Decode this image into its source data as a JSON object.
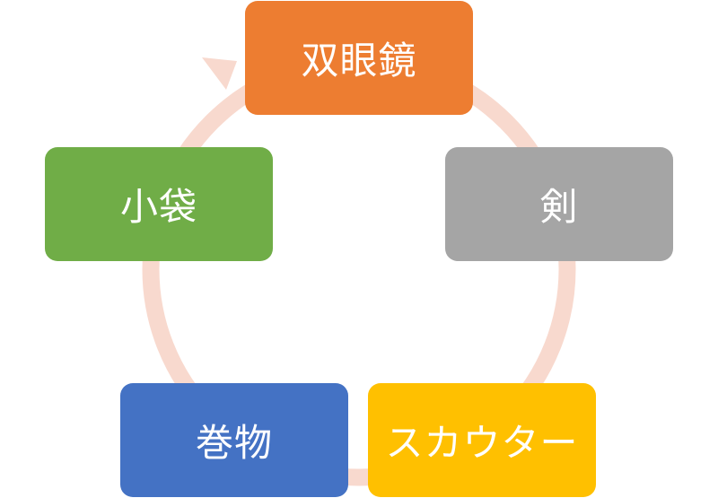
{
  "diagram": {
    "type": "cycle",
    "ring_color": "#F8D9CE",
    "nodes": [
      {
        "id": "binoculars",
        "label": "双眼鏡",
        "color": "#ED7D31"
      },
      {
        "id": "sword",
        "label": "剣",
        "color": "#A5A5A5"
      },
      {
        "id": "scouter",
        "label": "スカウター",
        "color": "#FFC000"
      },
      {
        "id": "scroll",
        "label": "巻物",
        "color": "#4472C4"
      },
      {
        "id": "pouch",
        "label": "小袋",
        "color": "#70AD47"
      }
    ]
  }
}
